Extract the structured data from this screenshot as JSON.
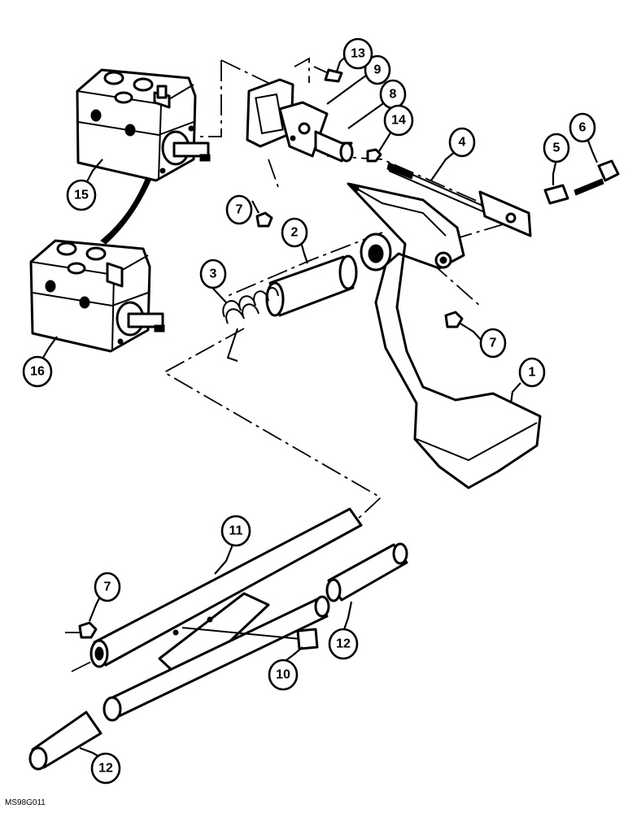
{
  "figure_ref": "MS98G011",
  "callouts": {
    "c1": "1",
    "c2": "2",
    "c3": "3",
    "c4": "4",
    "c5": "5",
    "c6": "6",
    "c7a": "7",
    "c7b": "7",
    "c7c": "7",
    "c8": "8",
    "c9": "9",
    "c10": "10",
    "c11": "11",
    "c12a": "12",
    "c12b": "12",
    "c13": "13",
    "c14": "14",
    "c15": "15",
    "c16": "16"
  }
}
